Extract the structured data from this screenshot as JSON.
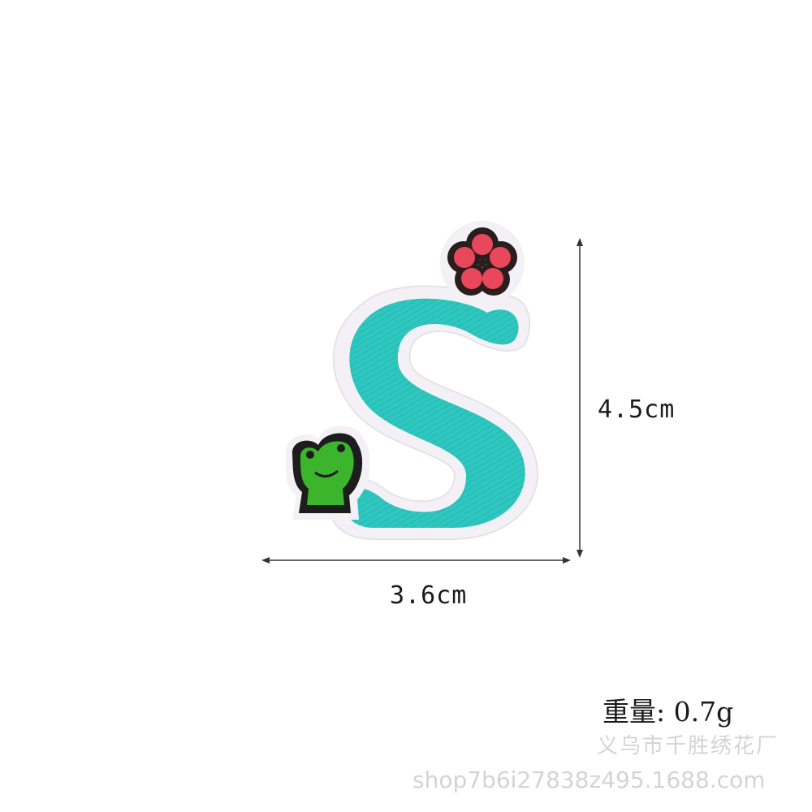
{
  "dimensions": {
    "height_label": "4.5cm",
    "width_label": "3.6cm"
  },
  "weight_label": "重量: 0.7g",
  "watermark": {
    "shop_name": "义乌市千胜绣花厂",
    "url": "shop7b6i27838z495.1688.com"
  },
  "patch": {
    "letter": "S",
    "colors": {
      "letter": "#2ec7c0",
      "backing": "#f4f1f6",
      "flower_petals": "#e8475c",
      "flower_outline": "#2a1d1d",
      "frog_body": "#3cb52c",
      "frog_outline": "#1d1d1d",
      "dimension_line": "#333333"
    },
    "icons": [
      "flower-icon",
      "frog-icon"
    ]
  }
}
